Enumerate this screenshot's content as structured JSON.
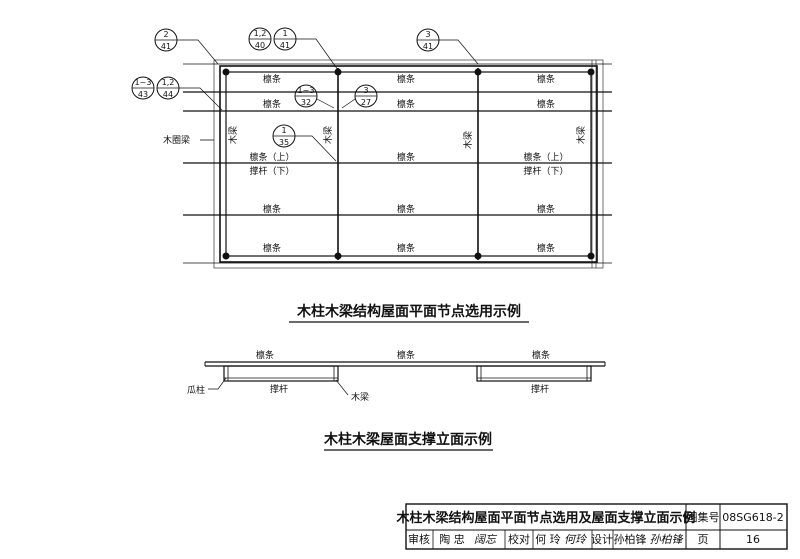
{
  "plan": {
    "title": "木柱木梁结构屋面平面节点选用示例",
    "purlin": "檩条",
    "purlin_top": "檩条（上）",
    "brace_bottom": "撑杆（下）",
    "beam": "木梁",
    "ring_beam": "木圈梁",
    "callouts": [
      {
        "top": "2",
        "bottom": "41"
      },
      {
        "top": "1,2",
        "bottom": "40"
      },
      {
        "top": "1",
        "bottom": "41"
      },
      {
        "top": "3",
        "bottom": "41"
      },
      {
        "top": "1~3",
        "bottom": "43"
      },
      {
        "top": "1,2",
        "bottom": "44"
      },
      {
        "top": "1~3",
        "bottom": "32"
      },
      {
        "top": "3",
        "bottom": "27"
      },
      {
        "top": "1",
        "bottom": "35"
      }
    ]
  },
  "elevation": {
    "title": "木柱木梁屋面支撑立面示例",
    "purlin": "檩条",
    "brace": "撑杆",
    "post": "瓜柱",
    "beam": "木梁"
  },
  "title_block": {
    "drawing_title": "木柱木梁结构屋面平面节点选用及屋面支撑立面示例",
    "atlas_label": "图集号",
    "atlas_no": "08SG618-2",
    "review_label": "审核",
    "review_name": "陶 忠",
    "review_sign": "阔忘",
    "check_label": "校对",
    "check_name": "何 玲",
    "check_sign": "何玲",
    "design_label": "设计",
    "design_name": "孙柏锋",
    "design_sign": "孙柏锋",
    "page_label": "页",
    "page_no": "16"
  }
}
